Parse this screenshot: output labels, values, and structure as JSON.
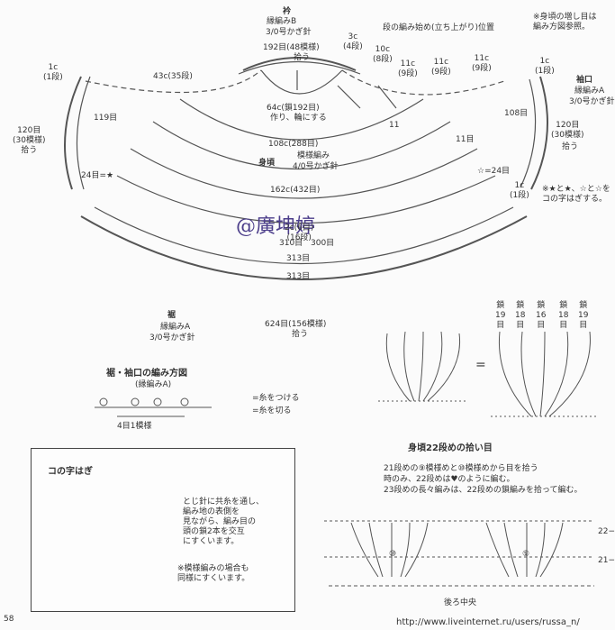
{
  "collar": {
    "title": "衿",
    "method": "縁編みB",
    "hook": "3/0号かぎ針",
    "pickup_count": "192目(48模様)",
    "pickup_note": "拾う",
    "ring": "64c(鎖192目)",
    "ring_note": "作り、輪にする"
  },
  "row_start": "段の編み始め(立ち上がり)位置",
  "increase_note": "※身頃の増し目は\n編み方図参照。",
  "top_counts": [
    "3c\n(4段)",
    "10c\n(8段)",
    "11c\n(9段)",
    "11c\n(9段)",
    "11c\n(9段)"
  ],
  "left_1c_top": "1c\n(1段)",
  "right_1c_top": "1c\n(1段)",
  "right_1c_mid": "1c\n(1段)",
  "c43": "43c(35段)",
  "c11_left": "11",
  "c11_right": "11目",
  "c108": "108目",
  "c119": "119目",
  "sleeve": {
    "title": "袖口",
    "method": "縁編みA",
    "hook": "3/0号かぎ針",
    "count": "120目\n(30模様)",
    "note": "拾う"
  },
  "left_120": "120目\n(30模様)\n拾う",
  "mark_24_left": "24目=★",
  "mark_24_right": "☆=24目",
  "star_note": "※★と★、☆と☆を\nコの字はぎする。",
  "c108_288": "108c(288目)",
  "body": {
    "title": "身頃",
    "method": "模様編み",
    "hook": "4/0号かぎ針"
  },
  "c162": "162c(432目)",
  "watermark": "@廣坤婷",
  "c_overlap": "2c(6目)\n(16段)",
  "n310": "310目",
  "n300": "300目",
  "n313a": "313目",
  "n313b": "313目",
  "hem": {
    "title": "裾",
    "method": "縁編みA",
    "hook": "3/0号かぎ針"
  },
  "n624": "624目(156模様)",
  "n624_note": "拾う",
  "edging_title": "裾・袖口の編み方図",
  "edging_subtitle": "(縁編みA)",
  "legend_attach": "=糸をつける",
  "legend_cut": "=糸を切る",
  "one_pattern": "4目1模様",
  "chain_labels": [
    "鎖\n19\n目",
    "鎖\n18\n目",
    "鎖\n16\n目",
    "鎖\n18\n目",
    "鎖\n19\n目"
  ],
  "equals": "=",
  "row22": {
    "title": "身頃22段めの拾い目",
    "line1": "21段めの⑨模様めと⑩模様めから目を拾う",
    "line2": "時のみ、22段めは♥のように編む。",
    "line3": "23段めの長々編みは、22段めの鎖編みを拾って編む。",
    "row_a": "22−",
    "row_b": "21−",
    "center": "後ろ中央",
    "n10": "⑩",
    "n9": "⑨"
  },
  "koji": {
    "title": "コの字はぎ",
    "text": "とじ針に共糸を通し、\n編み地の表側を\n見ながら、編み目の\n頭の鎖2本を交互\nにすくいます。",
    "note": "※模様編みの場合も\n同様にすくいます。"
  },
  "page_number": "58",
  "footer_url": "http://www.liveinternet.ru/users/russa_n/"
}
